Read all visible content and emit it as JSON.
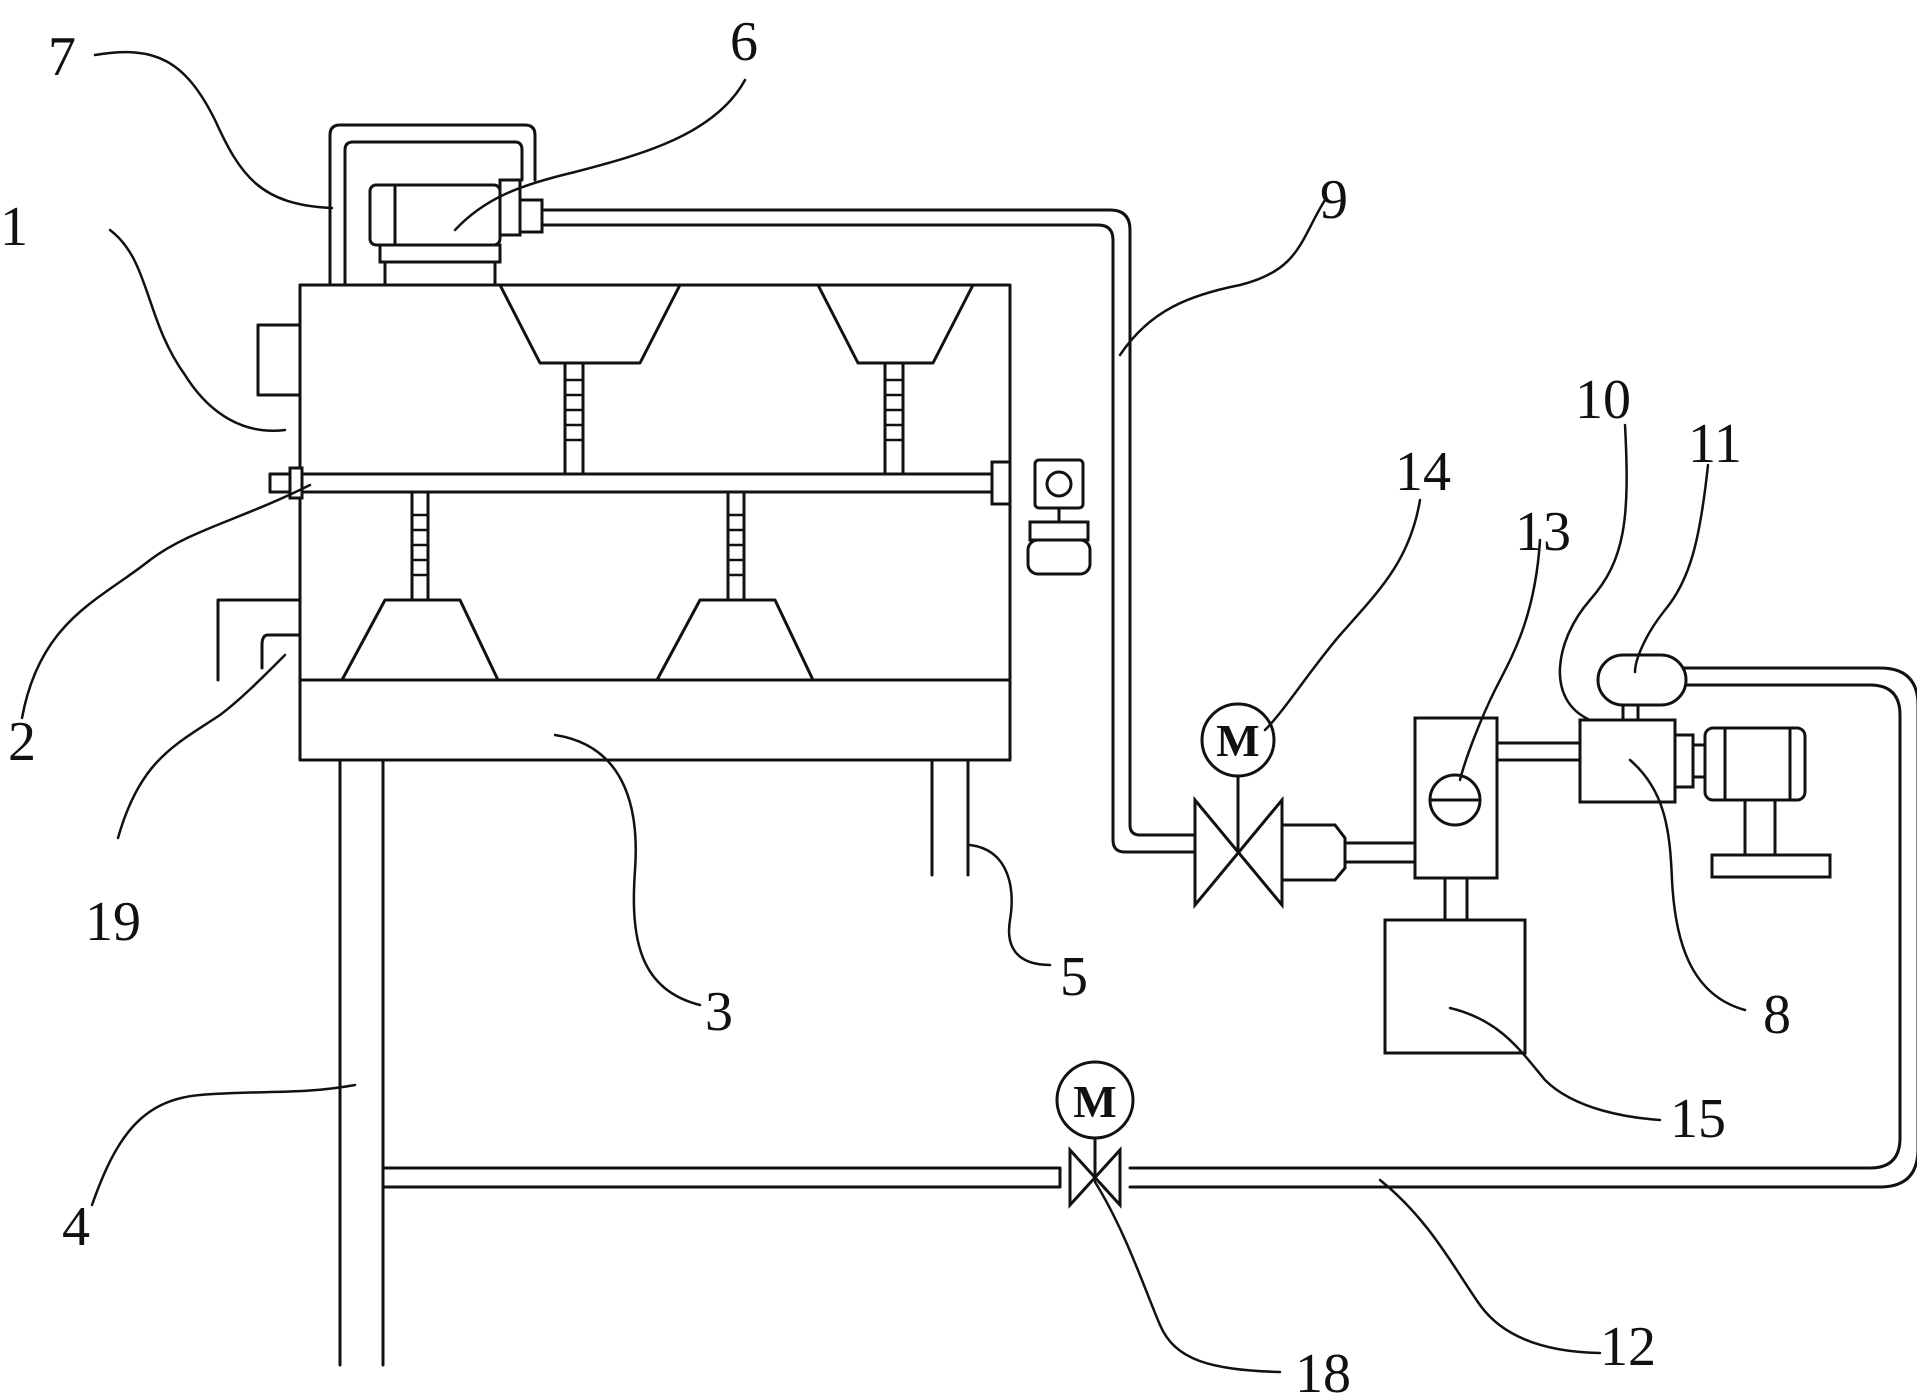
{
  "diagram": {
    "labels": [
      {
        "id": "label-1",
        "text": "1"
      },
      {
        "id": "label-2",
        "text": "2"
      },
      {
        "id": "label-3",
        "text": "3"
      },
      {
        "id": "label-4",
        "text": "4"
      },
      {
        "id": "label-5",
        "text": "5"
      },
      {
        "id": "label-6",
        "text": "6"
      },
      {
        "id": "label-7",
        "text": "7"
      },
      {
        "id": "label-8",
        "text": "8"
      },
      {
        "id": "label-9",
        "text": "9"
      },
      {
        "id": "label-10",
        "text": "10"
      },
      {
        "id": "label-11",
        "text": "11"
      },
      {
        "id": "label-12",
        "text": "12"
      },
      {
        "id": "label-13",
        "text": "13"
      },
      {
        "id": "label-14",
        "text": "14"
      },
      {
        "id": "label-15",
        "text": "15"
      },
      {
        "id": "label-18",
        "text": "18"
      },
      {
        "id": "label-19",
        "text": "19"
      }
    ],
    "valve_motor_symbol": "M",
    "icons": [
      "motor-icon",
      "valve-icon",
      "pump-icon",
      "gear-motor-icon",
      "tank-icon"
    ],
    "colors": {
      "line": "#111111",
      "background": "#ffffff"
    }
  }
}
